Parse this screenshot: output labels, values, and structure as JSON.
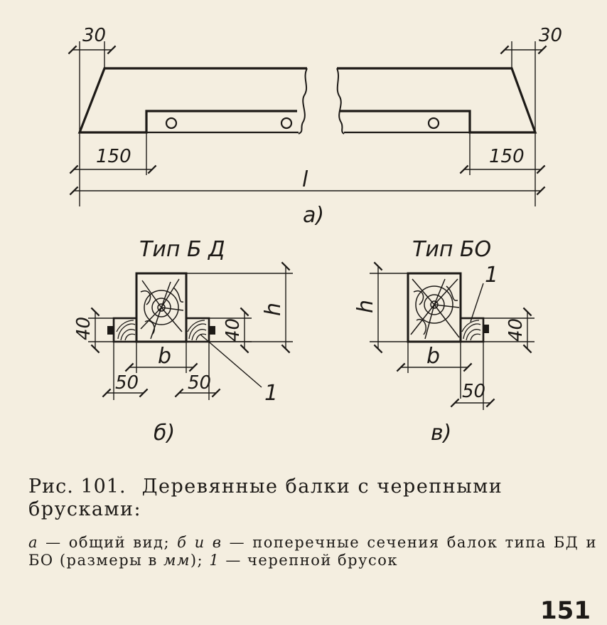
{
  "diagram_a": {
    "top_left_dim": "30",
    "top_right_dim": "30",
    "bottom_left_dim": "150",
    "bottom_right_dim": "150",
    "length_dim": "l",
    "label": "а)"
  },
  "section_bd": {
    "title": "Тип  Б Д",
    "dim_left": "40",
    "dim_right": "40",
    "dim_h": "h",
    "dim_b": "b",
    "dim_50_left": "50",
    "dim_50_right": "50",
    "callout": "1",
    "label": "б)"
  },
  "section_bo": {
    "title": "Тип  БО",
    "dim_h": "h",
    "dim_right": "40",
    "dim_b": "b",
    "dim_50": "50",
    "callout": "1",
    "label": "в)"
  },
  "caption": {
    "number": "Рис. 101.",
    "title": "Деревянные  балки  с  черепными брусками:"
  },
  "legend": {
    "a_key": "а",
    "a_text": " — общий вид; ",
    "bv_key": "б и в",
    "bv_text": " — поперечные сечения балок типа БД и БО (размеры в ",
    "unit": "мм",
    "close": "); ",
    "one_key": "1",
    "one_text": " — черепной брусок"
  },
  "page_number": "151"
}
